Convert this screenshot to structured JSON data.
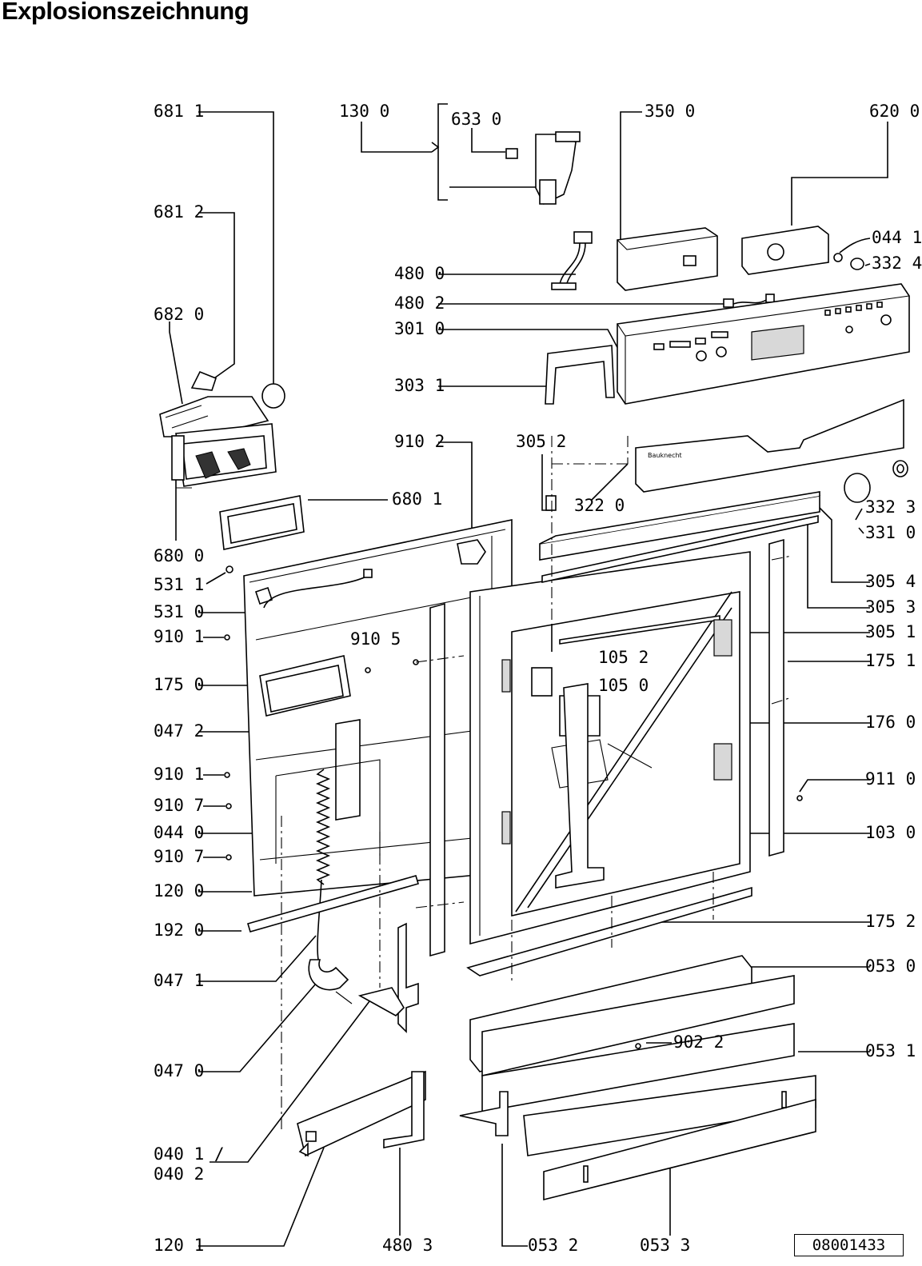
{
  "title": "Explosionszeichnung",
  "drawing_number": "08001433",
  "labels": {
    "l6811": "681 1",
    "l6812": "681 2",
    "l6820": "682 0",
    "l6800": "680 0",
    "l5311": "531 1",
    "l5310": "531 0",
    "l9101a": "910 1",
    "l1750": "175 0",
    "l0472": "047 2",
    "l9101b": "910 1",
    "l9107a": "910 7",
    "l0440": "044 0",
    "l9107b": "910 7",
    "l1200": "120 0",
    "l1920": "192 0",
    "l0471": "047 1",
    "l0470": "047 0",
    "l0401": "040 1 /",
    "l0402": "040 2",
    "l1201": "120 1",
    "l4803": "480 3",
    "l0532": "053 2",
    "l0533": "053 3",
    "l1300": "130 0",
    "l6330": "633 0",
    "l3500": "350 0",
    "l6200": "620 0",
    "l0441": "044 1",
    "l3324": "332 4",
    "l4800": "480 0",
    "l4802": "480 2",
    "l3010": "301 0",
    "l3031": "303 1",
    "l9102": "910 2",
    "l3052": "305 2",
    "l3220": "322 0",
    "l6801": "680 1",
    "l3323": "332 3",
    "l3310": "331 0",
    "l3054": "305 4",
    "l3053": "305 3",
    "l3051": "305 1",
    "l9105": "910 5",
    "l1052": "105 2",
    "l1050": "105 0",
    "l1751": "175 1",
    "l1760": "176 0",
    "l9110": "911 0",
    "l1030": "103 0",
    "l1752": "175 2",
    "l0530": "053 0",
    "l9022": "902 2",
    "l0531": "053 1"
  }
}
